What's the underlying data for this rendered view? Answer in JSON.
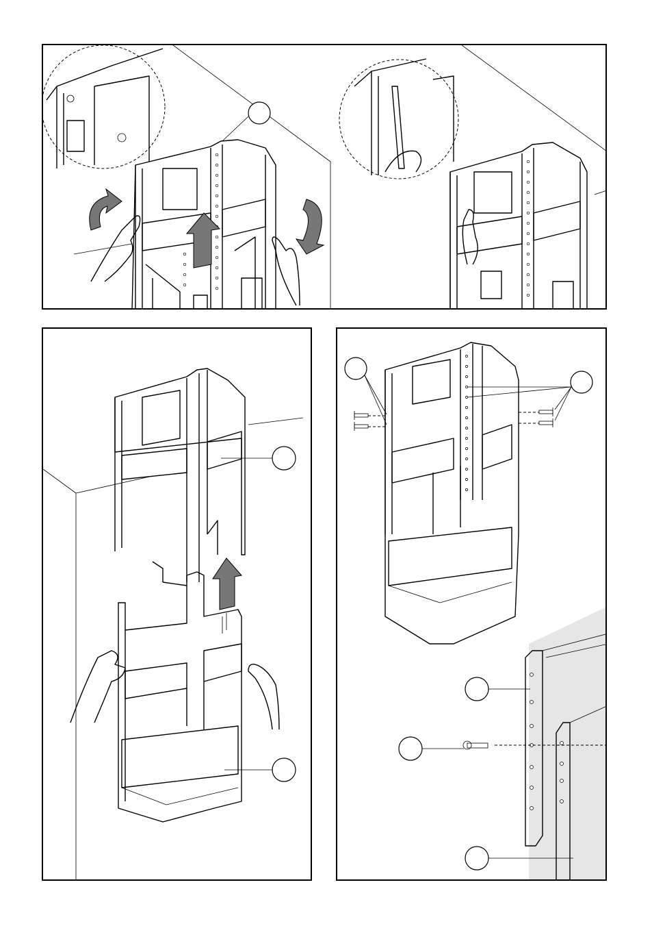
{
  "document": {
    "type": "installation-instructions",
    "steps": [
      {
        "id": "step-1",
        "description_visible": false
      },
      {
        "id": "step-2",
        "description_visible": false
      },
      {
        "id": "step-3",
        "description_visible": false
      },
      {
        "id": "step-4",
        "description_visible": false
      }
    ]
  },
  "colors": {
    "line": "#000000",
    "arrow_fill": "#777777",
    "background": "#ffffff",
    "wall_shade": "#e6e6e6"
  },
  "icons": [
    "rotate-arrow-icon",
    "up-arrow-icon",
    "screwdriver-icon",
    "screw-icon",
    "hand-icon"
  ]
}
